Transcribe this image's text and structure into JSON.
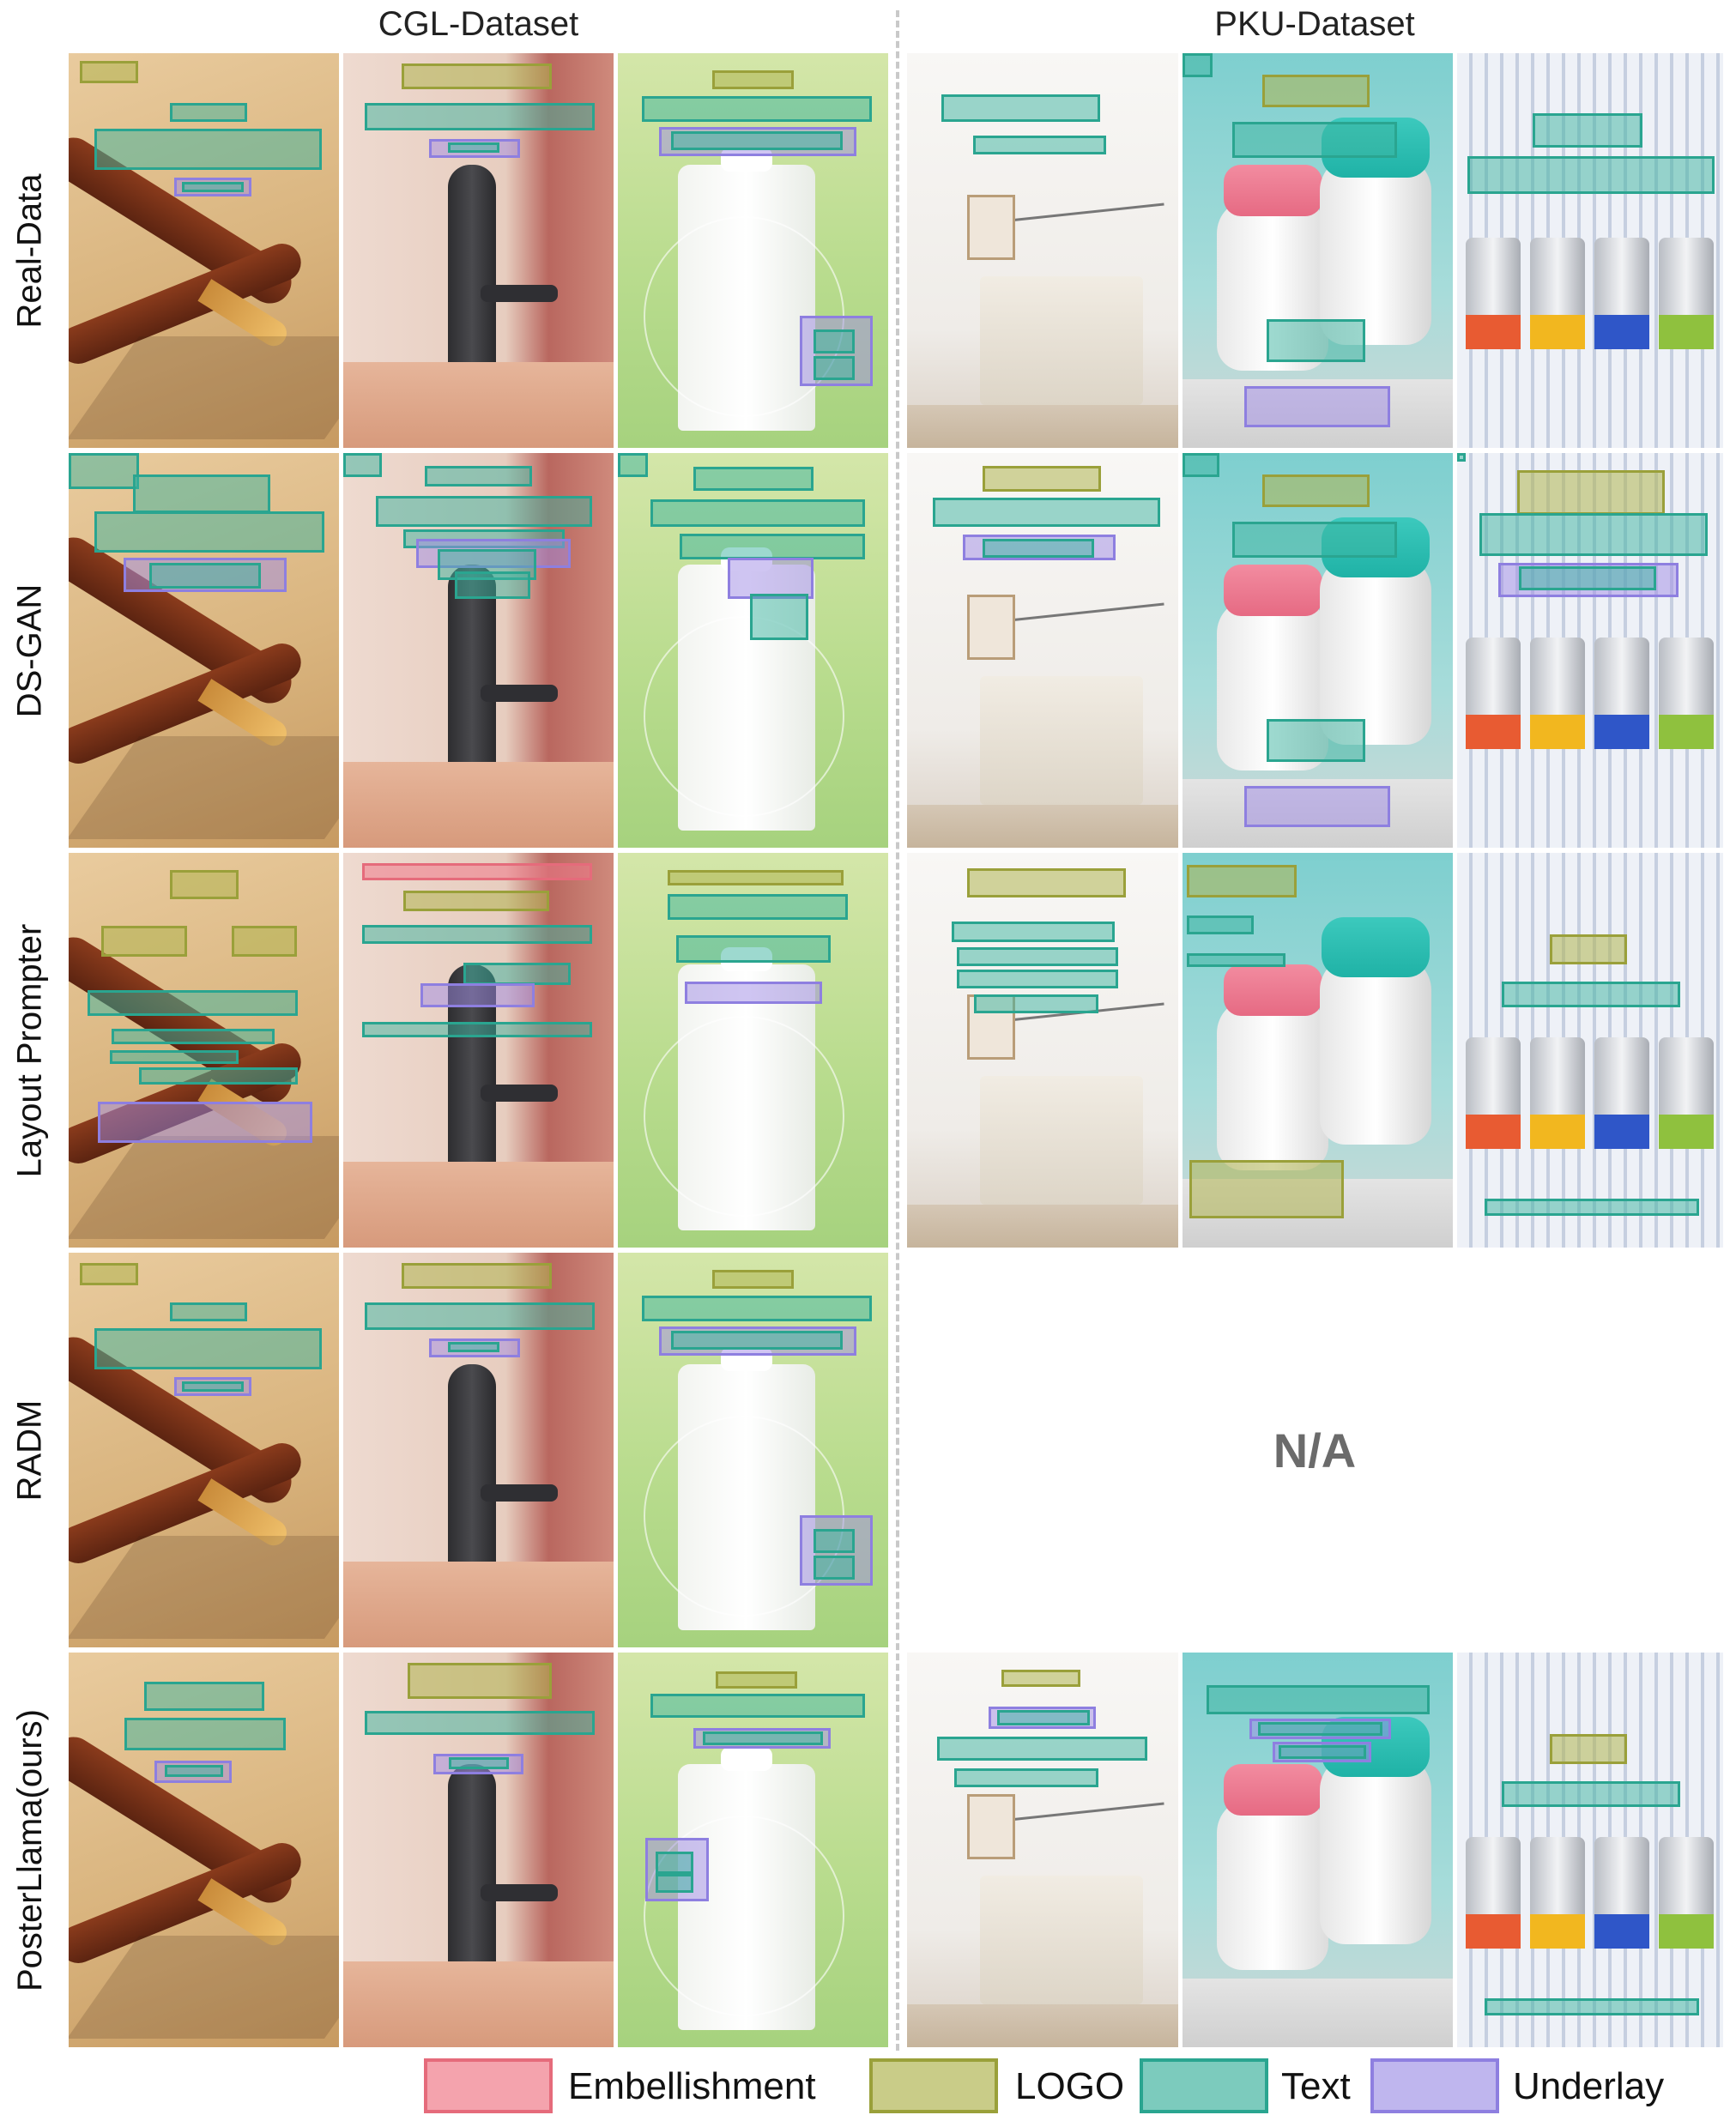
{
  "headers": {
    "cgl": "CGL-Dataset",
    "pku": "PKU-Dataset"
  },
  "row_labels": [
    "Real-Data",
    "DS-GAN",
    "Layout  Prompter",
    "RADM",
    "PosterLlama(ours)"
  ],
  "not_available": "N/A",
  "legend": [
    {
      "label": "Embellishment",
      "fill": "#f4a3ad",
      "stroke": "#e56b7b"
    },
    {
      "label": "LOGO",
      "fill": "#c9cc88",
      "stroke": "#9aa03a"
    },
    {
      "label": "Text",
      "fill": "#7ccbbd",
      "stroke": "#2aa590"
    },
    {
      "label": "Underlay",
      "fill": "#bfb6ee",
      "stroke": "#8e7fe0"
    }
  ],
  "colors": {
    "embellishment": "#e56b7b",
    "logo": "#9aa03a",
    "text": "#2aa590",
    "underlay": "#8e7fe0",
    "na_text": "#6b6b6b"
  },
  "thumbnail_subjects": [
    "brush",
    "lock",
    "cream",
    "nursery",
    "bottles",
    "supplements"
  ]
}
